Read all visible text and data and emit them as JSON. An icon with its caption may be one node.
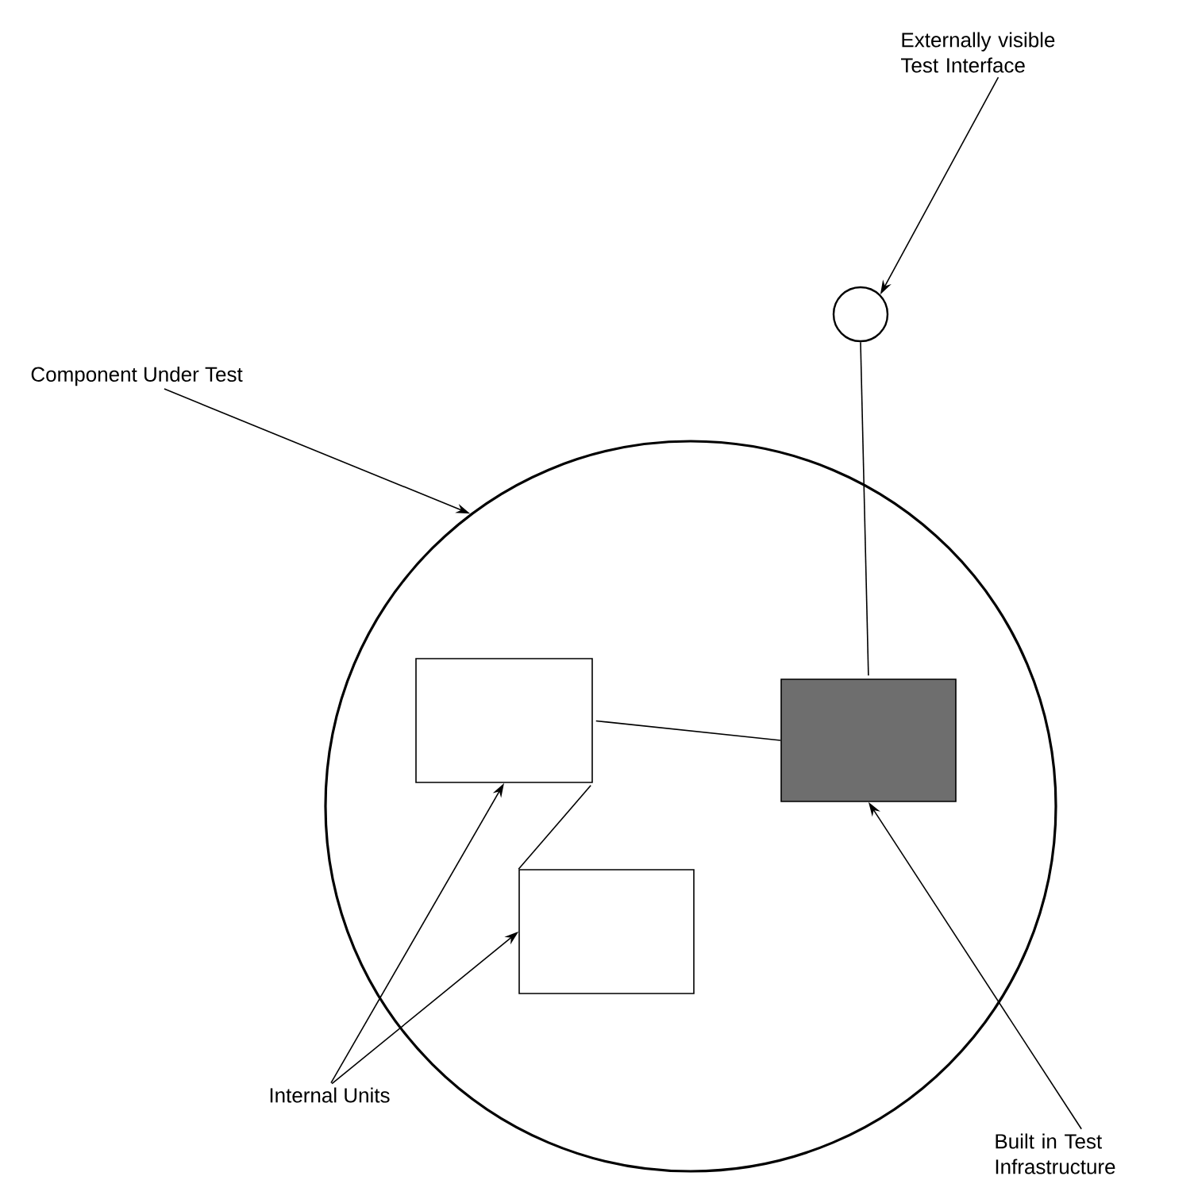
{
  "diagram": {
    "nodes": [
      {
        "text": [
          "Component Under Test"
        ]
      },
      {
        "text": [],
        "shape": "circle"
      },
      {
        "text": [],
        "shape": "box",
        "in": 1
      },
      {
        "text": [],
        "shape": "box",
        "in": 1
      },
      {
        "text": [],
        "shape": "box",
        "in": 1
      },
      {
        "text": [],
        "shape": "circle"
      },
      {
        "text": [
          "Externally visible Test Interface"
        ]
      },
      {
        "text": [
          "Internal Units"
        ]
      },
      {
        "text": [
          "Built in Test Infrastructure"
        ]
      }
    ],
    "edges": [
      {
        "from": 0,
        "to": 1,
        "arrow": "to"
      },
      {
        "from": 6,
        "to": 5,
        "arrow": "to"
      },
      {
        "from": 2,
        "to": 4,
        "arrow": "none"
      },
      {
        "from": 2,
        "to": 3,
        "arrow": "none"
      },
      {
        "from": 4,
        "to": 5,
        "arrow": "none"
      },
      {
        "from": 7,
        "to": 2,
        "arrow": "to"
      },
      {
        "from": 7,
        "to": 3,
        "arrow": "to"
      },
      {
        "from": 8,
        "to": 4,
        "arrow": "to"
      }
    ]
  }
}
